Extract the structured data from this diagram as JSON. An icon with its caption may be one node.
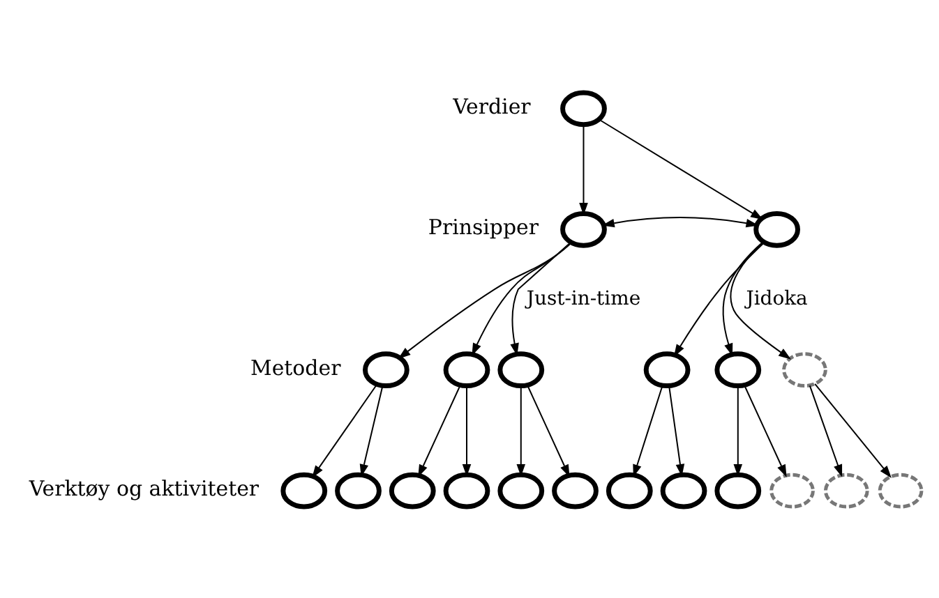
{
  "diagram": {
    "nodes": [
      {
        "text": [],
        "shape": "circle"
      },
      {
        "text": [],
        "shape": "circle",
        "beside": [
          "Just-in-time"
        ]
      },
      {
        "text": [],
        "shape": "circle",
        "beside": [
          "Jidoka"
        ]
      },
      {
        "text": [],
        "shape": "circle"
      },
      {
        "text": [],
        "shape": "circle"
      },
      {
        "text": [],
        "shape": "circle"
      },
      {
        "text": [],
        "shape": "circle"
      },
      {
        "text": [],
        "shape": "circle"
      },
      {
        "text": [],
        "shape": "circle"
      },
      {
        "text": [],
        "shape": "circle"
      },
      {
        "text": [],
        "shape": "circle"
      },
      {
        "text": [],
        "shape": "circle"
      },
      {
        "text": [],
        "shape": "circle"
      },
      {
        "text": [],
        "shape": "circle"
      },
      {
        "text": [],
        "shape": "circle"
      },
      {
        "text": [],
        "shape": "circle"
      },
      {
        "text": [],
        "shape": "circle"
      },
      {
        "text": [],
        "shape": "circle"
      },
      {
        "text": [],
        "shape": "circle"
      },
      {
        "text": [],
        "shape": "circle"
      },
      {
        "text": [],
        "shape": "circle"
      }
    ],
    "edges": [
      {
        "from": 0,
        "to": 1,
        "arrow": "to"
      },
      {
        "from": 0,
        "to": 2,
        "arrow": "to"
      },
      {
        "from": 1,
        "to": 2,
        "arrow": "both"
      },
      {
        "from": 1,
        "to": 3,
        "arrow": "to"
      },
      {
        "from": 1,
        "to": 4,
        "arrow": "to"
      },
      {
        "from": 1,
        "to": 5,
        "arrow": "to"
      },
      {
        "from": 2,
        "to": 6,
        "arrow": "to"
      },
      {
        "from": 2,
        "to": 7,
        "arrow": "to"
      },
      {
        "from": 2,
        "to": 8,
        "arrow": "to"
      },
      {
        "from": 3,
        "to": 9,
        "arrow": "to"
      },
      {
        "from": 3,
        "to": 10,
        "arrow": "to"
      },
      {
        "from": 4,
        "to": 11,
        "arrow": "to"
      },
      {
        "from": 4,
        "to": 12,
        "arrow": "to"
      },
      {
        "from": 5,
        "to": 13,
        "arrow": "to"
      },
      {
        "from": 5,
        "to": 14,
        "arrow": "to"
      },
      {
        "from": 6,
        "to": 15,
        "arrow": "to"
      },
      {
        "from": 6,
        "to": 16,
        "arrow": "to"
      },
      {
        "from": 7,
        "to": 17,
        "arrow": "to"
      },
      {
        "from": 7,
        "to": 18,
        "arrow": "to"
      },
      {
        "from": 8,
        "to": 19,
        "arrow": "to"
      },
      {
        "from": 8,
        "to": 20,
        "arrow": "to"
      }
    ],
    "labels": [
      "Verdier",
      "Prinsipper",
      "Metoder",
      "Verktøy og aktiviteter"
    ]
  }
}
